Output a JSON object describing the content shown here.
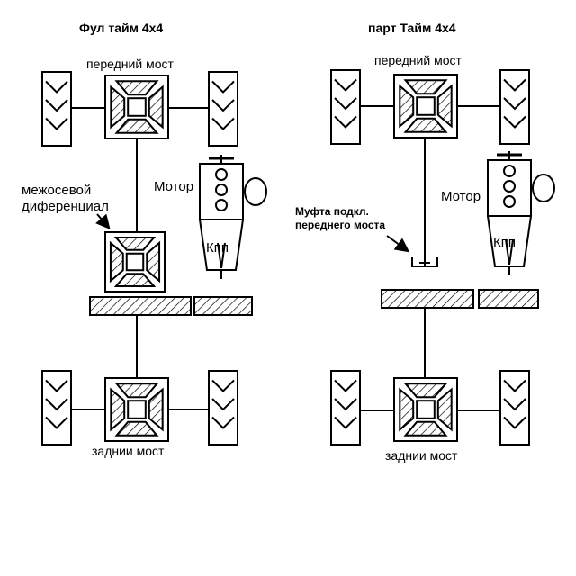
{
  "left": {
    "title": "Фул тайм 4x4",
    "front_axle": "передний мост",
    "center_diff_line1": "межосевой",
    "center_diff_line2": "диференциал",
    "motor": "Мотор",
    "gearbox": "Кпп",
    "rear_axle": "заднии мост"
  },
  "right": {
    "title": "парт Тайм 4x4",
    "front_axle": "передний мост",
    "coupling_line1": "Муфта подкл.",
    "coupling_line2": "переднего моста",
    "motor": "Мотор",
    "gearbox": "Кпп",
    "rear_axle": "заднии мост"
  }
}
